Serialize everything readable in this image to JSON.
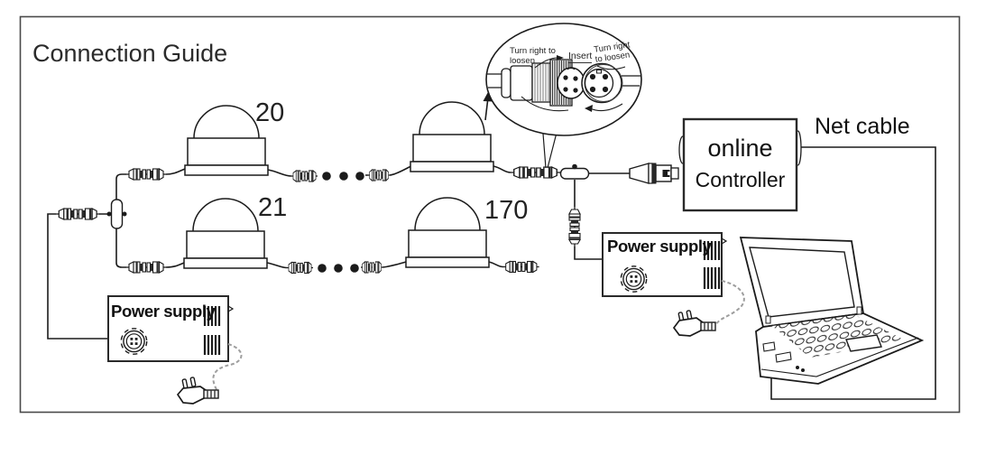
{
  "title": "Connection Guide",
  "light_labels": {
    "top_left": "20",
    "bottom_left": "21",
    "bottom_right": "170"
  },
  "callout": {
    "left_note": "Turn right to\nloosen",
    "insert_label": "Insert",
    "right_note": "Turn right\nto loosen"
  },
  "controller": {
    "line1": "online",
    "line2": "Controller"
  },
  "net_cable_label": "Net cable",
  "power_supplies": [
    {
      "label": "Power supply"
    },
    {
      "label": "Power supply"
    }
  ],
  "colors": {
    "line_art": "#1b1b1b",
    "text": "#1a1a1a",
    "cord_gray": "#9e9e9e",
    "background": "#ffffff"
  }
}
